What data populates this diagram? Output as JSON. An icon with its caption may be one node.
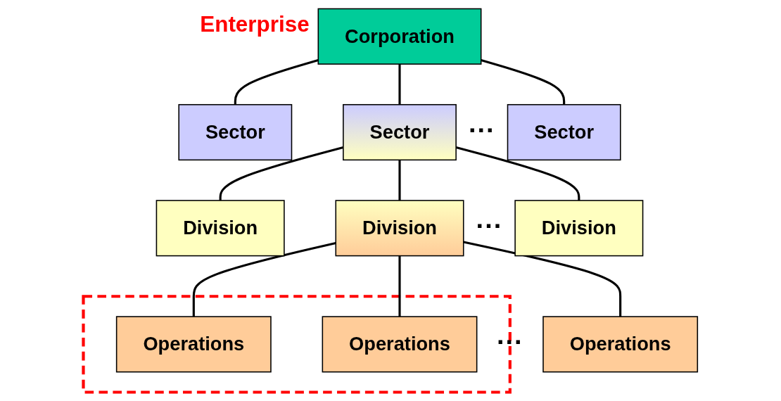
{
  "diagram": {
    "nodes": [
      {
        "text": [
          "Corporation"
        ],
        "beside": [
          "Enterprise"
        ]
      },
      {
        "text": [
          "Sector"
        ]
      },
      {
        "text": [
          "Sector"
        ]
      },
      {
        "text": [
          "Sector"
        ]
      },
      {
        "text": [
          "Division"
        ]
      },
      {
        "text": [
          "Division"
        ]
      },
      {
        "text": [
          "Division"
        ]
      },
      {
        "text": [],
        "shape": "box"
      },
      {
        "text": [
          "Operations"
        ],
        "in": 7
      },
      {
        "text": [
          "Operations"
        ],
        "in": 7
      },
      {
        "text": [
          "Operations"
        ]
      }
    ],
    "edges": [
      {
        "from": 0,
        "to": 1,
        "arrow": "none"
      },
      {
        "from": 0,
        "to": 2,
        "arrow": "none"
      },
      {
        "from": 0,
        "to": 3,
        "arrow": "none"
      },
      {
        "from": 2,
        "to": 4,
        "arrow": "none"
      },
      {
        "from": 2,
        "to": 5,
        "arrow": "none"
      },
      {
        "from": 2,
        "to": 6,
        "arrow": "none"
      },
      {
        "from": 5,
        "to": 8,
        "arrow": "none"
      },
      {
        "from": 5,
        "to": 9,
        "arrow": "none"
      },
      {
        "from": 5,
        "to": 10,
        "arrow": "none"
      }
    ],
    "labels": [
      "···",
      "···",
      "···"
    ]
  }
}
